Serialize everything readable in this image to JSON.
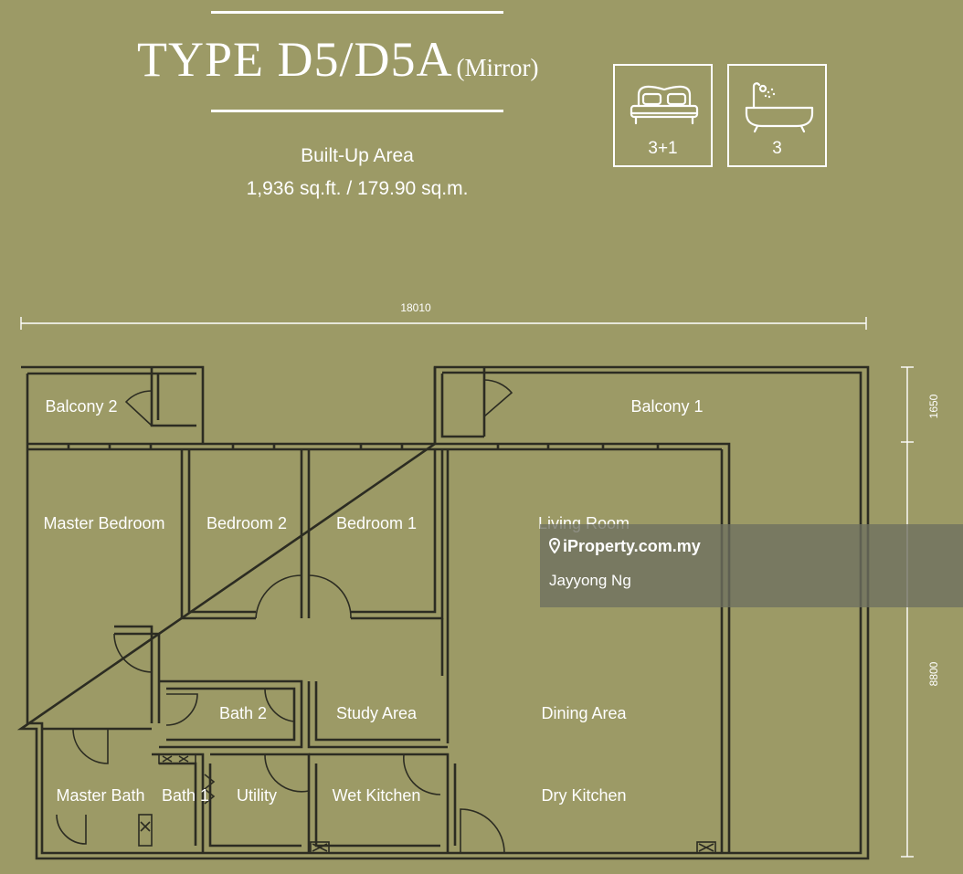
{
  "header": {
    "title": "TYPE D5/D5A",
    "title_suffix": "(Mirror)",
    "area_label": "Built-Up Area",
    "area_value": "1,936 sq.ft. / 179.90 sq.m."
  },
  "specs": {
    "bedrooms": {
      "icon": "bed-icon",
      "value": "3+1"
    },
    "bathrooms": {
      "icon": "bathtub-icon",
      "value": "3"
    }
  },
  "dimensions": {
    "width": "18010",
    "balcony_depth": "1650",
    "main_depth": "8800"
  },
  "rooms": {
    "balcony_2": "Balcony 2",
    "balcony_1": "Balcony 1",
    "master_bedroom": "Master Bedroom",
    "bedroom_2": "Bedroom 2",
    "bedroom_1": "Bedroom 1",
    "living_room": "Living Room",
    "bath_2": "Bath 2",
    "study_area": "Study Area",
    "dining_area": "Dining Area",
    "master_bath": "Master Bath",
    "bath_1": "Bath 1",
    "utility": "Utility",
    "wet_kitchen": "Wet Kitchen",
    "dry_kitchen": "Dry Kitchen"
  },
  "watermark": {
    "brand": "iProperty.com.my",
    "agent": "Jayyong Ng"
  },
  "colors": {
    "background": "#9c9a66",
    "lines": "#ffffff",
    "walls": "#2c2c22"
  }
}
